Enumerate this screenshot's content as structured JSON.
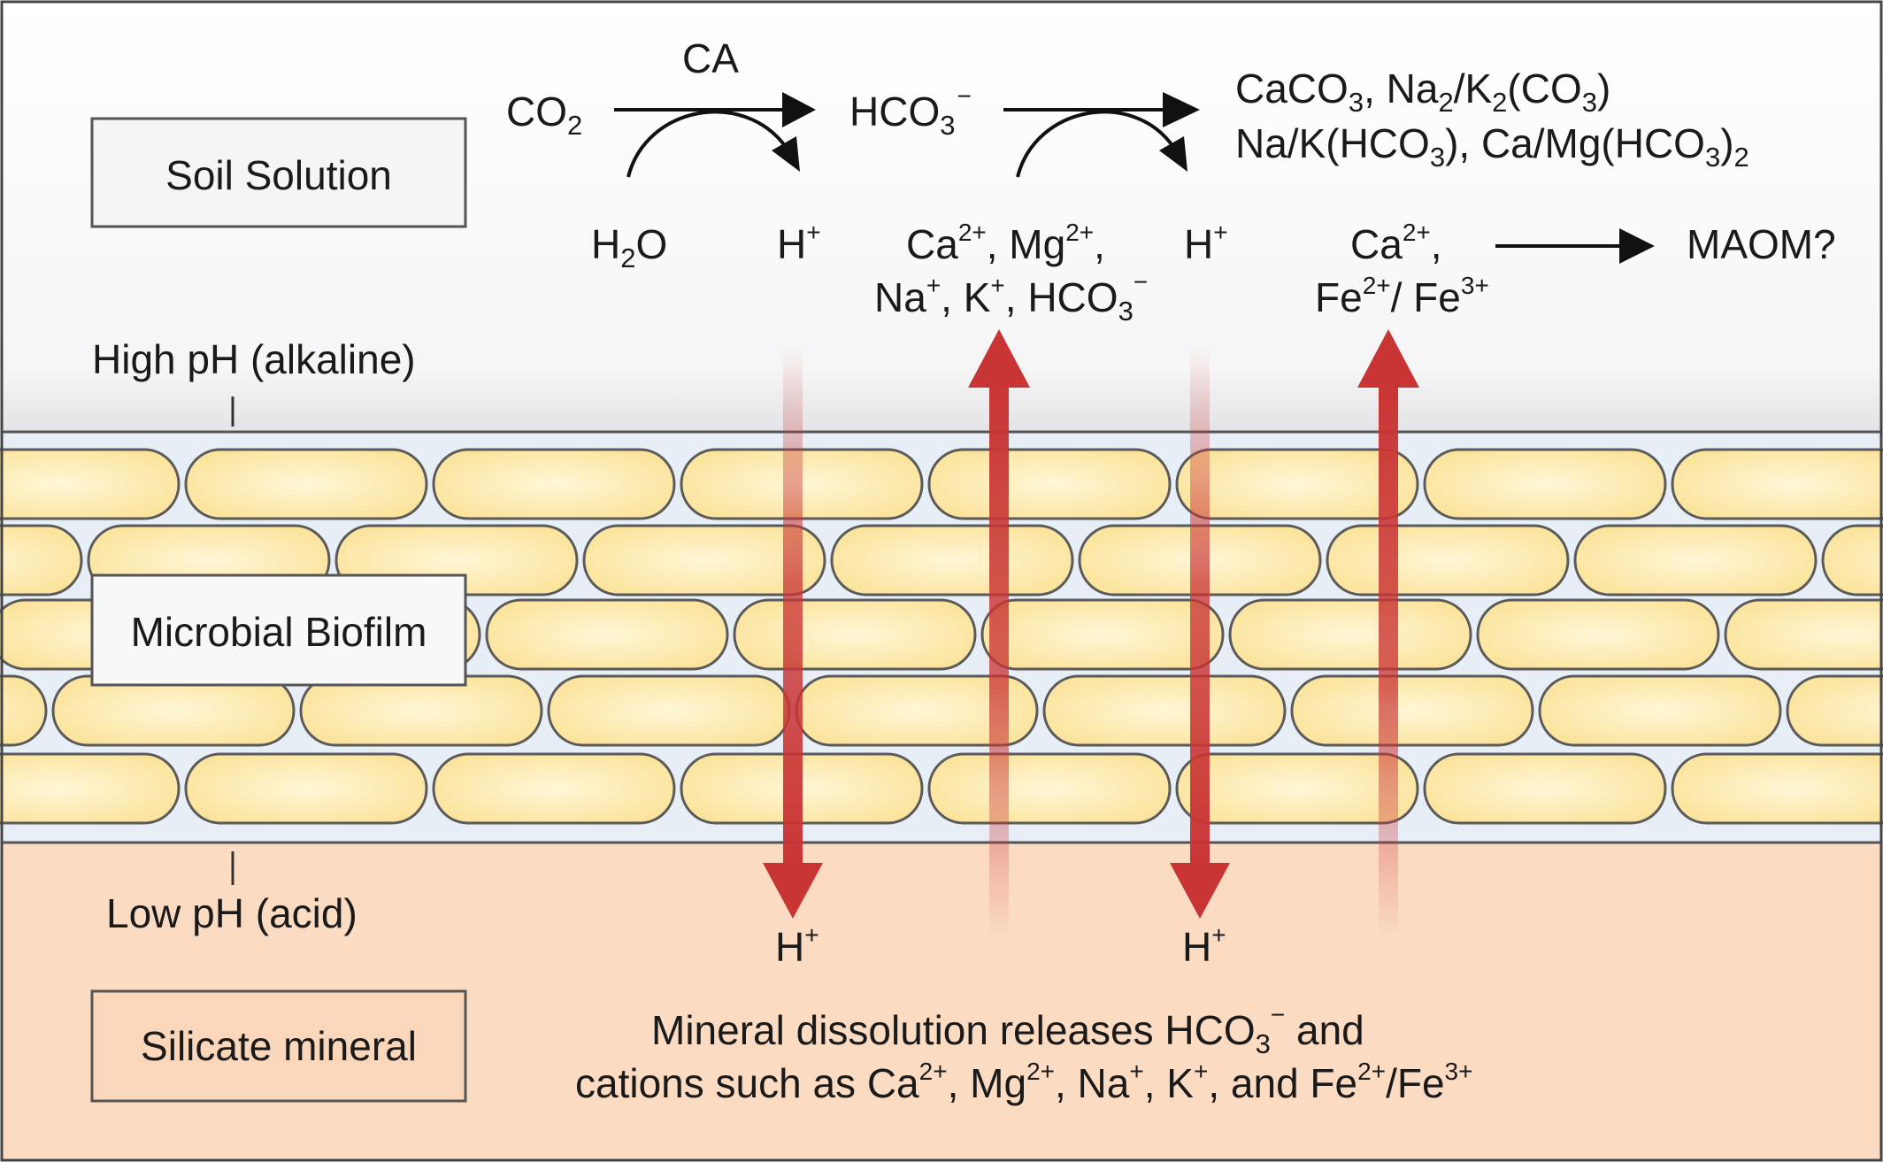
{
  "zones": {
    "soil_solution": {
      "label": "Soil Solution",
      "fill": "#f9f9fa"
    },
    "microbial_biofilm": {
      "label": "Microbial Biofilm",
      "fill": "#e8eef6"
    },
    "silicate_mineral": {
      "label": "Silicate mineral",
      "fill": "#fbdcc3"
    }
  },
  "ph": {
    "high": "High pH (alkaline)",
    "low": "Low pH (acid)"
  },
  "reaction": {
    "co2": {
      "base": "CO",
      "sub": "2"
    },
    "ca": "CA",
    "hco3": {
      "base": "HCO",
      "sub": "3",
      "sup": "−"
    },
    "h2o": {
      "pre": "H",
      "sub": "2",
      "post": "O"
    },
    "h_plus": {
      "base": "H",
      "sup": "+"
    },
    "products_line1": {
      "p1": "CaCO",
      "p1_sub": "3",
      "p2": ", Na",
      "p2_sub": "2",
      "p3": "/K",
      "p3_sub": "2",
      "p4": "(CO",
      "p4_sub": "3",
      "p5": ")"
    },
    "products_line2": {
      "p1": "Na/K(HCO",
      "p1_sub": "3",
      "p2": "), Ca/Mg(HCO",
      "p2_sub": "3",
      "p3": ")",
      "p3_sub": "2"
    },
    "released_line1": {
      "ca": "Ca",
      "ca_sup": "2+",
      "mg": ", Mg",
      "mg_sup": "2+",
      "end": ","
    },
    "released_line2": {
      "na": "Na",
      "na_sup": "+",
      "k": ", K",
      "k_sup": "+",
      "hco": ", HCO",
      "hco_sub": "3",
      "hco_sup": "−"
    },
    "ca_fe_line1": {
      "ca": "Ca",
      "ca_sup": "2+",
      "end": ","
    },
    "ca_fe_line2": {
      "fe": "Fe",
      "fe_sup": "2+",
      "mid": "/ Fe",
      "fe3_sup": "3+"
    },
    "maom": "MAOM?"
  },
  "bottom_text": {
    "line1": {
      "a": "Mineral dissolution releases HCO",
      "sub": "3",
      "sup": "−",
      "b": " and"
    },
    "line2": {
      "a": "cations such as Ca",
      "a_sup": "2+",
      "b": ", Mg",
      "b_sup": "2+",
      "c": ", Na",
      "c_sup": "+",
      "d": ", K",
      "d_sup": "+",
      "e": ", and Fe",
      "e_sup": "2+",
      "f": "/Fe",
      "f_sup": "3+"
    }
  },
  "colors": {
    "cell_fill": "#fbe8a6",
    "cell_stroke": "#5a5a5a",
    "arrow_red": "#c93434",
    "label_box_fill": "#f5f5f5"
  }
}
